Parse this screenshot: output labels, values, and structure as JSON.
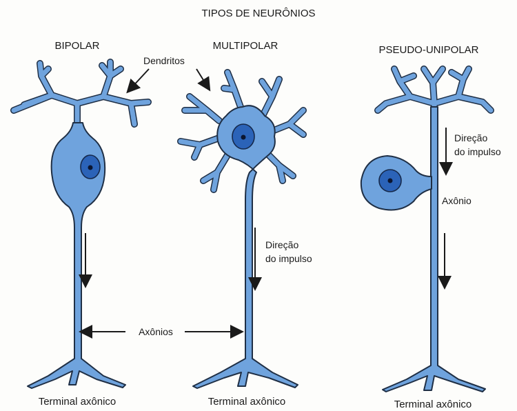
{
  "title": "TIPOS DE NEURÔNIOS",
  "types": {
    "bipolar": "BIPOLAR",
    "multipolar": "MULTIPOLAR",
    "pseudo_unipolar": "PSEUDO-UNIPOLAR"
  },
  "labels": {
    "dendritos": "Dendritos",
    "axonios": "Axônios",
    "axonio": "Axônio",
    "direcao_line1": "Direção",
    "direcao_line2": "do impulso",
    "terminal_axonico": "Terminal axônico"
  },
  "colors": {
    "cell_fill": "#6fa3dd",
    "outline": "#1f2f45",
    "nucleus": "#2b63b8",
    "background": "#fdfdfb"
  }
}
